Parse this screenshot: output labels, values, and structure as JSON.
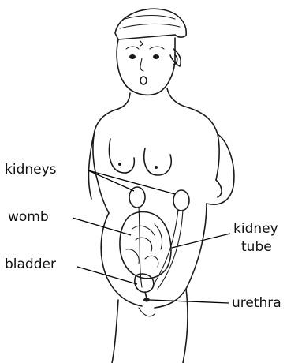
{
  "labels": {
    "kidneys": "kidneys",
    "womb": "womb",
    "kidney_line1": "kidney",
    "kidney_line2": "tube",
    "bladder": "bladder",
    "urethra": "urethra"
  }
}
